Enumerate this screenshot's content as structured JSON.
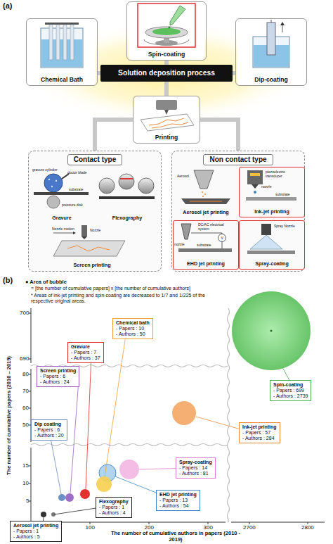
{
  "diagram": {
    "nodes": [
      {
        "text": [
          "Spin-coating"
        ]
      },
      {
        "text": [
          "Chemical Bath"
        ]
      },
      {
        "text": [
          "Solution deposition process"
        ]
      },
      {
        "text": [
          "Dip-coating"
        ]
      },
      {
        "text": [
          "Printing"
        ]
      },
      {
        "text": [
          "Contact type"
        ]
      },
      {
        "text": [
          "Gravure"
        ],
        "in": 5
      },
      {
        "text": [
          "Flexography"
        ],
        "in": 5
      },
      {
        "text": [
          "Screen printing"
        ],
        "in": 5
      },
      {
        "text": [
          "Non contact type"
        ]
      },
      {
        "text": [
          "Aerosol jet printing"
        ],
        "in": 9
      },
      {
        "text": [
          "Ink-jet printing"
        ],
        "in": 9
      },
      {
        "text": [
          "EHD jet printing"
        ],
        "in": 9
      },
      {
        "text": [
          "Spray-coating"
        ],
        "in": 9
      },
      {
        "text": [
          "Chemical bath",
          "- Papers : 10",
          "- Authors : 50"
        ]
      },
      {
        "text": [
          "Gravure",
          "- Papers : 7",
          "- Authors : 37"
        ]
      },
      {
        "text": [
          "Screen printing",
          "- Papers : 6",
          "- Authors : 24"
        ]
      },
      {
        "text": [
          "Dip coating",
          "- Papers : 6",
          "- Authors : 20"
        ]
      },
      {
        "text": [
          "Aerosol jet printing",
          "- Papers : 1",
          "- Authors : 5"
        ]
      },
      {
        "text": [
          "Flexography",
          "- Papers : 1",
          "- Authors : 4"
        ]
      },
      {
        "text": [
          "Spin-coating",
          "- Papers : 699",
          "- Authors : 2739"
        ]
      },
      {
        "text": [
          "Ink-jet printing",
          "- Papers : 57",
          "- Authors : 284"
        ]
      },
      {
        "text": [
          "Spray-coating",
          "- Papers : 14",
          "- Authors : 81"
        ]
      },
      {
        "text": [
          "EHD jet printing",
          "- Papers : 13",
          "- Authors : 54"
        ]
      }
    ],
    "edges": [
      {
        "from": 0,
        "to": 2,
        "arrow": "none"
      },
      {
        "from": 1,
        "to": 2,
        "arrow": "none"
      },
      {
        "from": 3,
        "to": 2,
        "arrow": "none"
      },
      {
        "from": 2,
        "to": 4,
        "arrow": "none"
      },
      {
        "from": 4,
        "to": 5,
        "arrow": "none"
      },
      {
        "from": 4,
        "to": 9,
        "arrow": "none"
      }
    ],
    "labels": [
      "(a)",
      "gravure cylinder",
      "doctor blade",
      "substrate",
      "pressure disk",
      "Nozzle motion",
      "Nozzle",
      "Aerosol",
      "piezoelectric transducer",
      "nozzle",
      "substrate",
      "DC/AC electrical system",
      "V",
      "nozzle",
      "substrate",
      "Spray Nozzle",
      "(b)",
      "● Area of bubble",
      "= [the number of cumulative papers] x [the number of cumulative authors]",
      "* Areas of ink-jet printing and spin-coating are decreased to 1/7 and 1/225 of the respective original areas.",
      "The number of cumulative papers (2010 – 2019)",
      "700",
      "690",
      "80",
      "70",
      "60",
      "50",
      "15",
      "10",
      "5",
      "The number of cumulative authors in papers (2010 - 2019)",
      "100",
      "200",
      "300",
      "2700",
      "2800"
    ]
  }
}
